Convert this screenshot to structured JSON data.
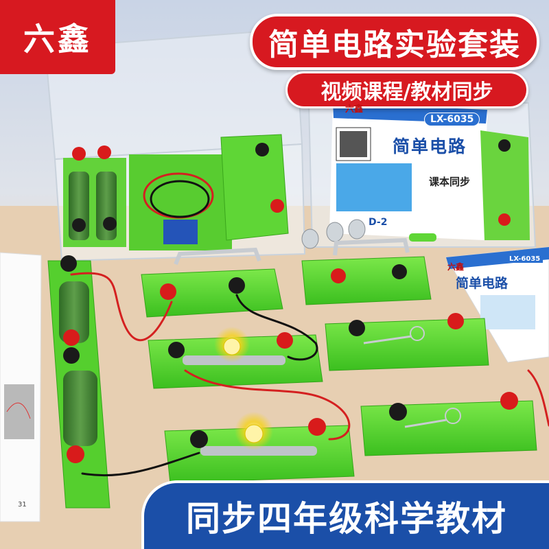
{
  "brand": {
    "logo_text": "六鑫"
  },
  "banners": {
    "main": "简单电路实验套装",
    "sub": "视频课程/教材同步",
    "bottom": "同步四年级科学教材"
  },
  "package": {
    "logo_text": "六鑫",
    "model": "LX-6035",
    "title": "简单电路",
    "sync_label": "课本同步",
    "code": "D-2"
  },
  "booklet": {
    "logo_text": "六鑫",
    "model": "LX-6035",
    "title": "简单电路"
  },
  "paper": {
    "page_number": "31"
  },
  "colors": {
    "brand_red": "#d71920",
    "banner_blue": "#1b4fa8",
    "board_green": "#4fd62c",
    "terminal_red": "#d81b1b",
    "terminal_black": "#1a1a1a"
  }
}
